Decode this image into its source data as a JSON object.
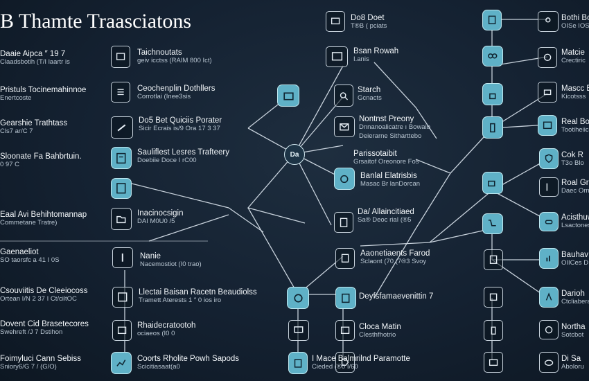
{
  "title": "B Thamte Traasciatons",
  "colors": {
    "accent": "#5fb1c7",
    "line": "#c8d2dc",
    "background": "#142131"
  },
  "hub_text": "Dа",
  "left_items": [
    {
      "title": "Daaie Aipca ″ 19 7",
      "sub": "Claadsbotih  (T/I laartr is"
    },
    {
      "title": "Pristuls Tocinemahinnoe",
      "sub": "Enertcoste"
    },
    {
      "title": "Gearshie Trathtass",
      "sub": "Cls7 ar/C 7"
    },
    {
      "title": "Sloonate Fa Bahbrtuin.",
      "sub": "0 97 C"
    },
    {
      "title": "Eaal Avi Behihtomannap",
      "sub": "Commetane Tratre)"
    },
    {
      "title": "Gaenaeliot",
      "sub": "SO taorsfc a 41 I 0S"
    },
    {
      "title": "Csouviitis De Cleeiocoss",
      "sub": "Ortean I/N 2 37 I Ct/ciltOC"
    },
    {
      "title": "Dovent Cid Brasetecores",
      "sub": "Swehreft /J 7 Dstihon"
    },
    {
      "title": "Foimyluci Cann Sebiss",
      "sub": "Sniory6/G 7 / (G/O)"
    }
  ],
  "mid_items": [
    {
      "title": "Taichnoutats",
      "sub": "geiv icctss (RAIM 800 Ict)"
    },
    {
      "title": "Ceochenplin Dothllers",
      "sub": "Corrotlai (Inee3sis"
    },
    {
      "title": "Do5 Bet Quiciis Porater",
      "sub": "Sicir Ecrais is/9 Ora 17 3 37"
    },
    {
      "title": "Sauliflest Lesres Trafteery",
      "sub": "Doebiie Doce I rC00"
    },
    {
      "title": "Inacinocsigin",
      "sub": "DAI M0U0 /5"
    },
    {
      "title": "Nanie",
      "sub": "Nacemostiot (I0 trao)"
    },
    {
      "title": "Llectai Baisan Racetn Beaudiolss",
      "sub": "Tramett Aterests 1 ″ 0 ios iro"
    },
    {
      "title": "Rhaidecratootoh",
      "sub": "ociaeos (I0 0"
    },
    {
      "title": "Coorts Rholite Powh Sapods",
      "sub": "Scicitiasaat(a0"
    }
  ],
  "center_items": [
    {
      "title": "Do8 Doet",
      "sub": "T®B ( pciats"
    },
    {
      "title": "Bsan Rowah",
      "sub": "I.anis"
    },
    {
      "title": "Starch",
      "sub": "Gcnacts"
    },
    {
      "title": "Nontnst Preony",
      "sub": "Dnnanoalicatre ı Bowaib"
    },
    {
      "title": "Deierarne Sitharttebo",
      "sub": ""
    },
    {
      "title": "Parissotaibit",
      "sub": "Grsaitof Oreonore Fos"
    },
    {
      "title": "Banlal Elatrisbis",
      "sub": "Masac Br lanDorcan"
    },
    {
      "title": "Da/ Allaincitiaed",
      "sub": "Sa® Deoc riaI (®5"
    },
    {
      "title": "Aaonetiaents Farod",
      "sub": "Sclaont (70 (7®3 Svoy"
    },
    {
      "title": "Deyfsfamaevenittin 7",
      "sub": ""
    },
    {
      "title": "Cloca Matin",
      "sub": "Clesthfhotrio"
    },
    {
      "title": "I Mace Balmrilnd Paramotte",
      "sub": "Cieded (®0 I/60"
    }
  ],
  "right_items": [
    {
      "title": "Bothi Bo",
      "sub": "OISe IOSnoes"
    },
    {
      "title": "Matcie",
      "sub": "Crectiric"
    },
    {
      "title": "Mascc Biai",
      "sub": "Kicotsss"
    },
    {
      "title": "Real Bo",
      "sub": "Tootiheiic"
    },
    {
      "title": "Cok R",
      "sub": "T3o Blo"
    },
    {
      "title": "Roal Gr",
      "sub": "Daec Ornis"
    },
    {
      "title": "Acisthuwb",
      "sub": "Lsactones"
    },
    {
      "title": "Bauhav",
      "sub": "OIICes D"
    },
    {
      "title": "Darioh",
      "sub": "Ctcliabera"
    },
    {
      "title": "Northa",
      "sub": "Sotcbot"
    },
    {
      "title": "Di Sa",
      "sub": "Aboloru"
    }
  ]
}
